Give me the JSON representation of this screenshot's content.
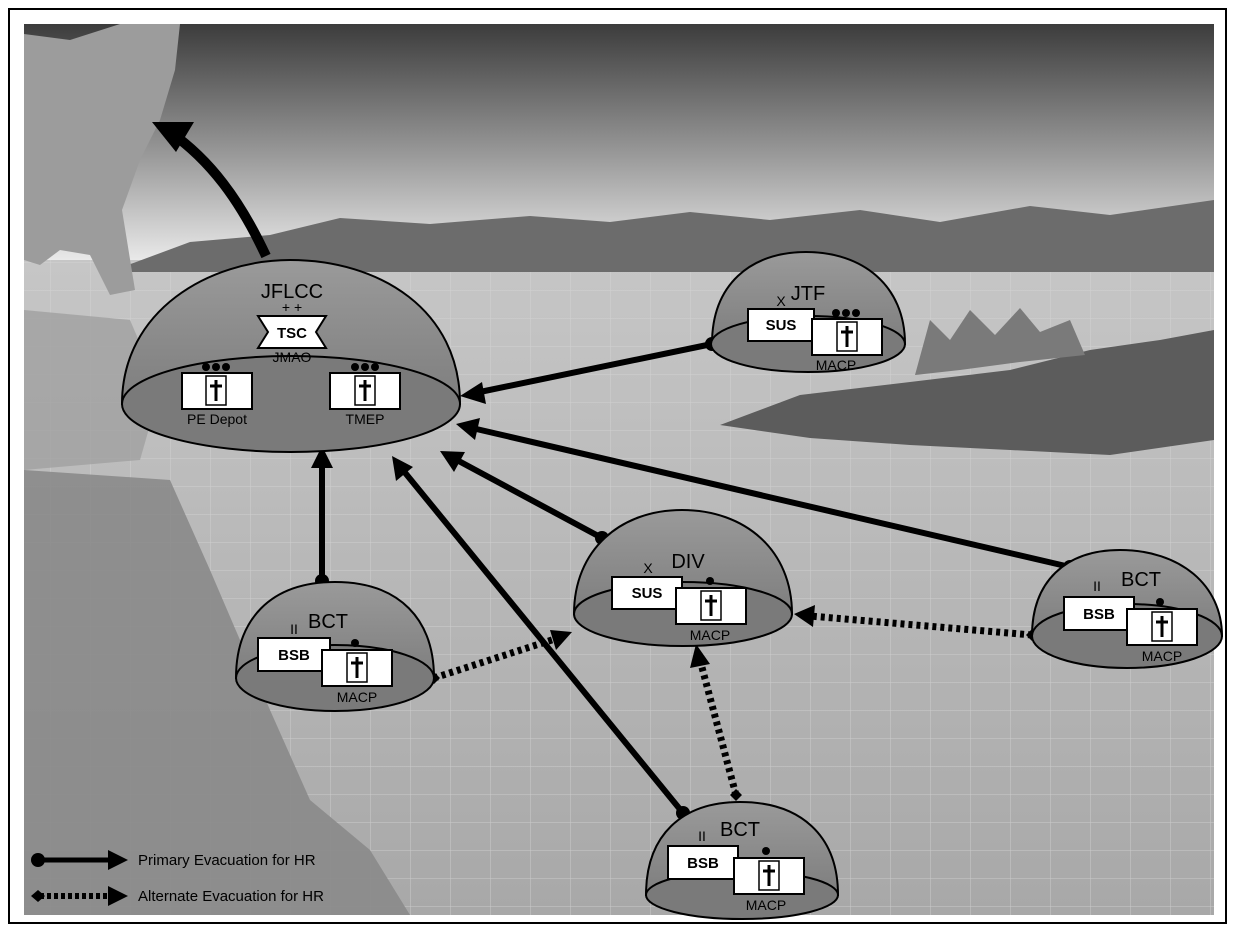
{
  "nodes": {
    "jflcc": {
      "title": "JFLCC",
      "echelon": "+ +",
      "tsc_label": "TSC",
      "jmao_label": "JMAO",
      "pe_depot_label": "PE Depot",
      "tmep_label": "TMEP"
    },
    "jtf": {
      "title": "JTF",
      "echelon": "X",
      "sus_label": "SUS",
      "macp_label": "MACP"
    },
    "div": {
      "title": "DIV",
      "echelon": "X",
      "sus_label": "SUS",
      "macp_label": "MACP"
    },
    "bct_left": {
      "title": "BCT",
      "echelon": "II",
      "bsb_label": "BSB",
      "macp_label": "MACP"
    },
    "bct_right": {
      "title": "BCT",
      "echelon": "II",
      "bsb_label": "BSB",
      "macp_label": "MACP"
    },
    "bct_bottom": {
      "title": "BCT",
      "echelon": "II",
      "bsb_label": "BSB",
      "macp_label": "MACP"
    }
  },
  "legend": {
    "primary": "Primary Evacuation for HR",
    "alternate": "Alternate Evacuation for HR"
  },
  "colors": {
    "dome_fill": "#8a8a8a",
    "dome_base": "#7a7a7a",
    "sky_dark": "#3c3c3c",
    "sky_light": "#e8e8e8",
    "ground": "#b4b4b4",
    "arrow": "#000000"
  }
}
